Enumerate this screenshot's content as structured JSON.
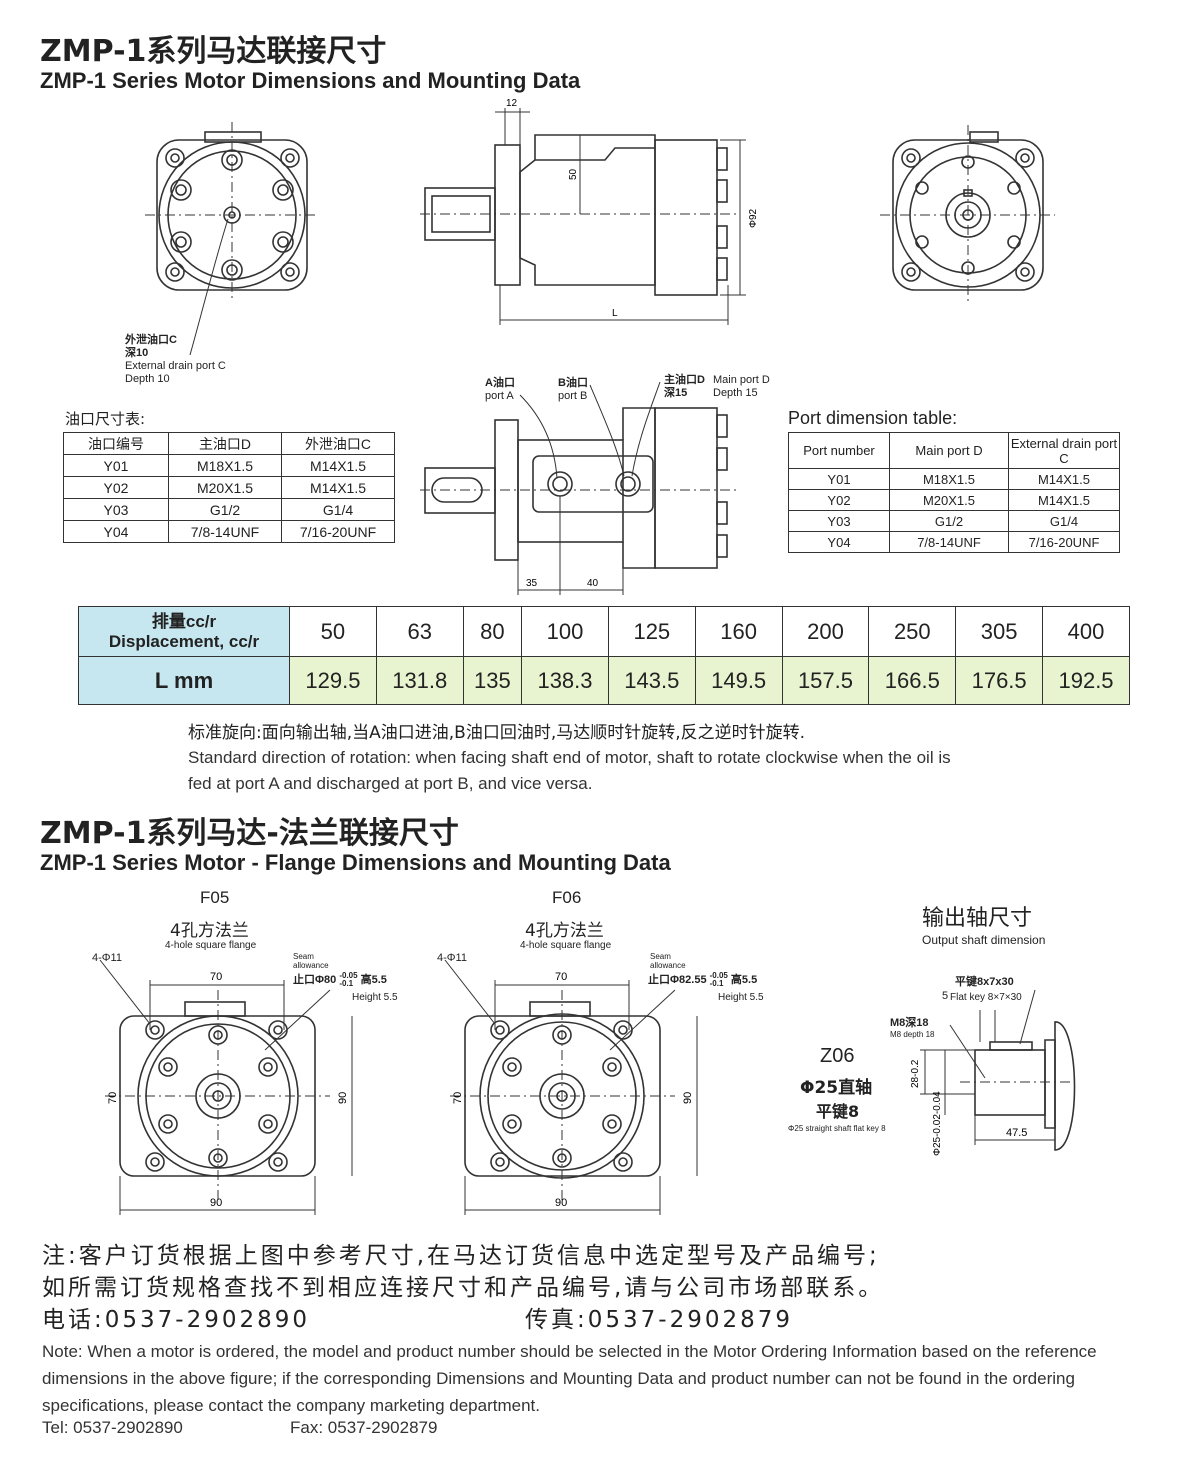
{
  "section1": {
    "title_cn": "ZMP-1系列马达联接尺寸",
    "title_en": "ZMP-1 Series Motor Dimensions and Mounting Data"
  },
  "drawing1": {
    "dim_12": "12",
    "dim_50": "50",
    "dim_phi92": "Φ92",
    "dim_L": "L",
    "drain_cn": "外泄油口C",
    "drain_depth_cn": "深10",
    "drain_en": "External drain port C",
    "drain_depth_en": "Depth 10",
    "portA_cn": "A油口",
    "portA_en": "port A",
    "portB_cn": "B油口",
    "portB_en": "port B",
    "mainD_cn": "主油口D",
    "mainD_depth_cn": "深15",
    "mainD_en": "Main port D",
    "mainD_depth_en": "Depth 15",
    "dim_35": "35",
    "dim_40": "40"
  },
  "port_table_cn": {
    "title": "油口尺寸表:",
    "headers": [
      "油口编号",
      "主油口D",
      "外泄油口C"
    ],
    "rows": [
      [
        "Y01",
        "M18X1.5",
        "M14X1.5"
      ],
      [
        "Y02",
        "M20X1.5",
        "M14X1.5"
      ],
      [
        "Y03",
        "G1/2",
        "G1/4"
      ],
      [
        "Y04",
        "7/8-14UNF",
        "7/16-20UNF"
      ]
    ]
  },
  "port_table_en": {
    "title": "Port dimension table:",
    "headers": [
      "Port number",
      "Main port D",
      "External drain port C"
    ],
    "rows": [
      [
        "Y01",
        "M18X1.5",
        "M14X1.5"
      ],
      [
        "Y02",
        "M20X1.5",
        "M14X1.5"
      ],
      [
        "Y03",
        "G1/2",
        "G1/4"
      ],
      [
        "Y04",
        "7/8-14UNF",
        "7/16-20UNF"
      ]
    ]
  },
  "displacement_table": {
    "head_cn": "排量cc/r",
    "head_en": "Displacement, cc/r",
    "row2_label": "L mm",
    "displacement": [
      "50",
      "63",
      "80",
      "100",
      "125",
      "160",
      "200",
      "250",
      "305",
      "400"
    ],
    "length": [
      "129.5",
      "131.8",
      "135",
      "138.3",
      "143.5",
      "149.5",
      "157.5",
      "166.5",
      "176.5",
      "192.5"
    ],
    "colors": {
      "header_bg": "#c6e7ef",
      "length_bg": "#e8f3d0"
    }
  },
  "rotation": {
    "cn": "标准旋向:面向输出轴,当A油口进油,B油口回油时,马达顺时针旋转,反之逆时针旋转.",
    "en_line1": "Standard direction of rotation: when facing shaft end of motor, shaft to rotate clockwise when the oil is",
    "en_line2": "fed at port A and discharged at port B, and vice versa."
  },
  "section2": {
    "title_cn": "ZMP-1系列马达-法兰联接尺寸",
    "title_en": "ZMP-1 Series Motor - Flange Dimensions and Mounting Data"
  },
  "flange_f05": {
    "code": "F05",
    "name_cn": "4孔方法兰",
    "name_en": "4-hole square flange",
    "holes": "4-Φ11",
    "seam_en1": "Seam",
    "seam_en2": "allowance",
    "spigot": "止口Φ80",
    "tol_upper": "-0.05",
    "tol_lower": "-0.1",
    "height_cn": "高5.5",
    "height_en": "Height 5.5",
    "dim_top": "70",
    "dim_left": "70",
    "dim_right": "90",
    "dim_bottom": "90"
  },
  "flange_f06": {
    "code": "F06",
    "name_cn": "4孔方法兰",
    "name_en": "4-hole square flange",
    "holes": "4-Φ11",
    "seam_en1": "Seam",
    "seam_en2": "allowance",
    "spigot": "止口Φ82.55",
    "tol_upper": "-0.05",
    "tol_lower": "-0.1",
    "height_cn": "高5.5",
    "height_en": "Height 5.5",
    "dim_top": "70",
    "dim_left": "70",
    "dim_right": "90",
    "dim_bottom": "90"
  },
  "shaft": {
    "title_cn": "输出轴尺寸",
    "title_en": "Output shaft dimension",
    "key_cn": "平键8x7x30",
    "key_en": "Flat key 8×7×30",
    "dim_5": "5",
    "m8_cn": "M8深18",
    "m8_en": "M8 depth 18",
    "dim_28": "28-0.2",
    "dim_phi25": "Φ25-0.02-0.04",
    "dim_47": "47.5",
    "code": "Z06",
    "shaft_cn": "Φ25直轴",
    "key8_cn": "平键8",
    "shaft_en": "Φ25 straight shaft flat key 8"
  },
  "note_cn": {
    "line1": "注:客户订货根据上图中参考尺寸,在马达订货信息中选定型号及产品编号;",
    "line2": "如所需订货规格查找不到相应连接尺寸和产品编号,请与公司市场部联系。",
    "tel": "电话:0537-2902890",
    "fax": "传真:0537-2902879"
  },
  "note_en": {
    "text": "Note: When a motor is ordered, the model and product number should be selected in the Motor Ordering Information based on the reference dimensions in the above figure; if the corresponding Dimensions and Mounting Data and product number can not be found in the ordering specifications, please contact the company marketing department.",
    "tel": "Tel: 0537-2902890",
    "fax": "Fax: 0537-2902879"
  }
}
